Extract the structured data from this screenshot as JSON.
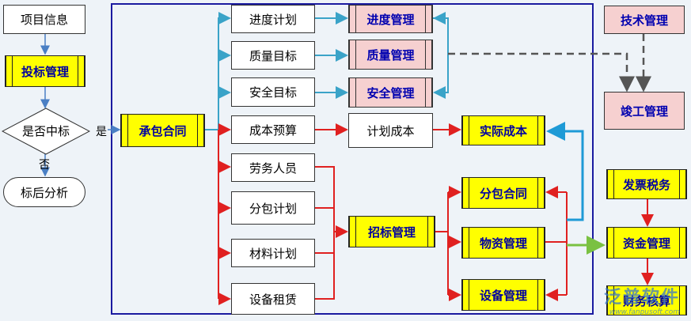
{
  "nodes": {
    "project_info": "项目信息",
    "bidding_mgmt": "投标管理",
    "is_win": "是否中标",
    "post_bid": "标后分析",
    "contract": "承包合同",
    "progress_plan": "进度计划",
    "quality_target": "质量目标",
    "safety_target": "安全目标",
    "cost_budget": "成本预算",
    "labor": "劳务人员",
    "subcontract_plan": "分包计划",
    "material_plan": "材料计划",
    "equipment_rent": "设备租赁",
    "progress_mgmt": "进度管理",
    "quality_mgmt": "质量管理",
    "safety_mgmt": "安全管理",
    "planned_cost": "计划成本",
    "actual_cost": "实际成本",
    "tender_mgmt": "招标管理",
    "subcontract": "分包合同",
    "material_mgmt": "物资管理",
    "equipment_mgmt": "设备管理",
    "tech_mgmt": "技术管理",
    "completion_mgmt": "竣工管理",
    "invoice_tax": "发票税务",
    "fund_mgmt": "资金管理",
    "finance_accounting": "财务核算"
  },
  "labels": {
    "yes": "是",
    "no": "否"
  },
  "watermark": {
    "main": "泛普软件",
    "sub": "www.fanpusoft.com"
  },
  "colors": {
    "teal": "#3aa3c8",
    "red": "#e02020",
    "blue_arrow": "#2a9fd8",
    "green": "#7ac142",
    "frame": "#1a1aa0",
    "gray_dash": "#555555"
  }
}
